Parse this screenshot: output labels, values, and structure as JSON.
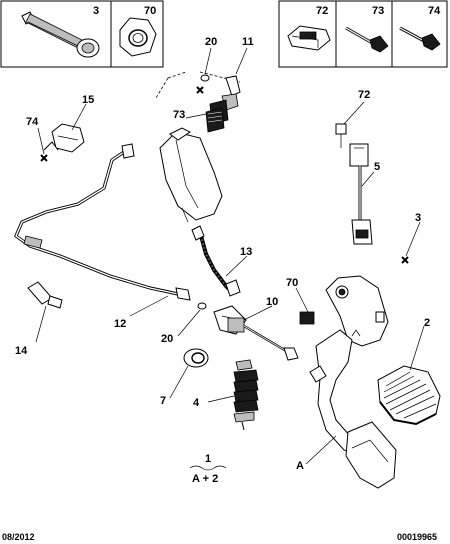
{
  "legend_boxes_left": [
    {
      "ref": "3"
    },
    {
      "ref": "70"
    }
  ],
  "legend_boxes_right": [
    {
      "ref": "72"
    },
    {
      "ref": "73"
    },
    {
      "ref": "74"
    }
  ],
  "callouts": {
    "r20_top": "20",
    "r11": "11",
    "r73": "73",
    "r15": "15",
    "r74": "74",
    "r72": "72",
    "r5": "5",
    "r3": "3",
    "r13": "13",
    "r70": "70",
    "r10": "10",
    "r2": "2",
    "r12": "12",
    "r20_mid": "20",
    "r14": "14",
    "r7": "7",
    "r4": "4",
    "rA": "A"
  },
  "assembly_note": {
    "number": "1",
    "formula": "A + 2"
  },
  "footer": {
    "date": "08/2012",
    "ref": "00019965"
  }
}
